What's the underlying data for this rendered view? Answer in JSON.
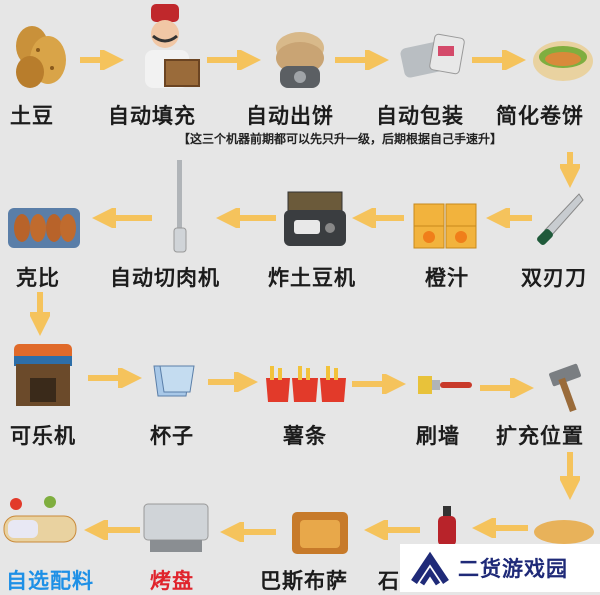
{
  "steps": [
    {
      "id": "potato",
      "label": "土豆",
      "icon": "potato-icon"
    },
    {
      "id": "auto-fill",
      "label": "自动填充",
      "icon": "chef-with-box-icon"
    },
    {
      "id": "auto-bake",
      "label": "自动出饼",
      "icon": "flatbread-machine-icon"
    },
    {
      "id": "auto-pack",
      "label": "自动包装",
      "icon": "wrapping-machine-icon"
    },
    {
      "id": "simple-roll",
      "label": "简化卷饼",
      "icon": "wrap-roll-icon"
    },
    {
      "id": "double-blade",
      "label": "双刃刀",
      "icon": "knife-icon"
    },
    {
      "id": "orange-juice",
      "label": "橙汁",
      "icon": "orange-juice-crates-icon"
    },
    {
      "id": "fry-potato",
      "label": "炸土豆机",
      "icon": "deep-fryer-icon"
    },
    {
      "id": "auto-slicer",
      "label": "自动切肉机",
      "icon": "meat-slicer-icon"
    },
    {
      "id": "kebab",
      "label": "克比",
      "icon": "kebab-tray-icon"
    },
    {
      "id": "cola-machine",
      "label": "可乐机",
      "icon": "cola-machine-icon"
    },
    {
      "id": "cups",
      "label": "杯子",
      "icon": "cups-icon"
    },
    {
      "id": "fries",
      "label": "薯条",
      "icon": "fries-icon"
    },
    {
      "id": "paint-wall",
      "label": "刷墙",
      "icon": "paintbrush-icon"
    },
    {
      "id": "expand",
      "label": "扩充位置",
      "icon": "hammer-icon"
    },
    {
      "id": "stone",
      "label": "石",
      "icon": "stone-oven-icon"
    },
    {
      "id": "sauce",
      "label": "",
      "icon": "sauce-bottle-icon"
    },
    {
      "id": "basbousa",
      "label": "巴斯布萨",
      "icon": "basbousa-tray-icon"
    },
    {
      "id": "baking-tray",
      "label": "烤盘",
      "icon": "baking-tray-icon"
    },
    {
      "id": "custom-ingredients",
      "label": "自选配料",
      "icon": "shawarma-ingredients-icon"
    }
  ],
  "note": "【这三个机器前期都可以先只升一级，后期根据自己手速升】",
  "watermark": {
    "text": "二货游戏园",
    "icon": "chevron-logo-icon"
  },
  "colors": {
    "arrow": "#f5c35c",
    "highlight_blue": "#1e90e6",
    "highlight_red": "#e0242c",
    "background": "#e6e6e6"
  }
}
